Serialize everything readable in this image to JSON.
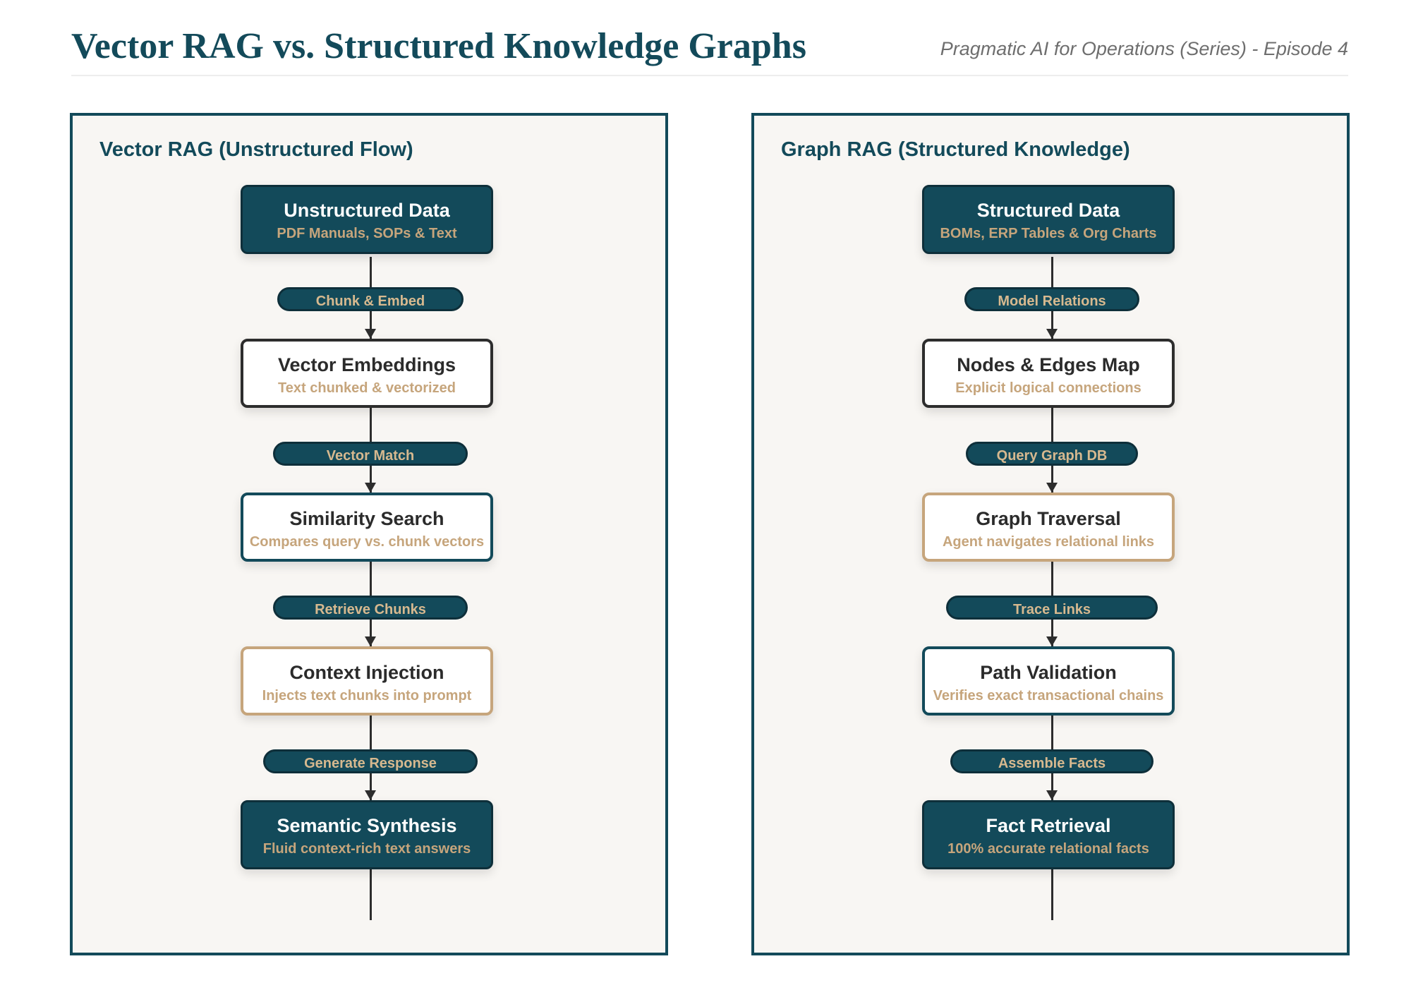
{
  "header": {
    "title": "Vector RAG vs. Structured Knowledge Graphs",
    "subtitle": "Pragmatic AI for Operations (Series) - Episode 4"
  },
  "panels": [
    {
      "title": "Vector RAG (Unstructured Flow)",
      "nodes": [
        {
          "title": "Unstructured Data",
          "subtitle": "PDF Manuals, SOPs & Text"
        },
        {
          "title": "Vector Embeddings",
          "subtitle": "Text chunked & vectorized"
        },
        {
          "title": "Similarity Search",
          "subtitle": "Compares query vs. chunk vectors"
        },
        {
          "title": "Context Injection",
          "subtitle": "Injects text chunks into prompt"
        },
        {
          "title": "Semantic Synthesis",
          "subtitle": "Fluid context-rich text answers"
        }
      ],
      "edges": [
        "Chunk & Embed",
        "Vector Match",
        "Retrieve Chunks",
        "Generate Response"
      ]
    },
    {
      "title": "Graph RAG (Structured Knowledge)",
      "nodes": [
        {
          "title": "Structured Data",
          "subtitle": "BOMs, ERP Tables & Org Charts"
        },
        {
          "title": "Nodes & Edges Map",
          "subtitle": "Explicit logical connections"
        },
        {
          "title": "Graph Traversal",
          "subtitle": "Agent navigates relational links"
        },
        {
          "title": "Path Validation",
          "subtitle": "Verifies exact transactional chains"
        },
        {
          "title": "Fact Retrieval",
          "subtitle": "100% accurate relational facts"
        }
      ],
      "edges": [
        "Model Relations",
        "Query Graph DB",
        "Trace Links",
        "Assemble Facts"
      ]
    }
  ],
  "colors": {
    "primary_teal": "#134a5a",
    "accent_tan": "#c6a57c",
    "panel_background": "#f8f6f3",
    "text_dark": "#2b2b2b"
  }
}
